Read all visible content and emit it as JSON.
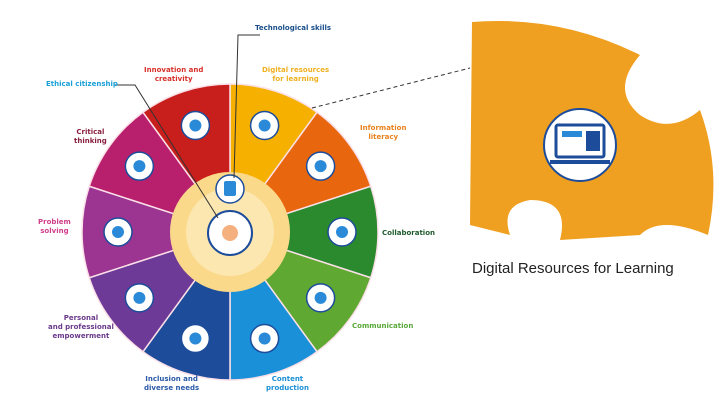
{
  "center_label": "Technological skills",
  "segments": [
    {
      "label": "Digital resources\nfor learning",
      "color": "#f5b000",
      "text_color": "#f0b020",
      "icon": "computer-screen-icon"
    },
    {
      "label": "Information\nliteracy",
      "color": "#e8660e",
      "text_color": "#e8821e",
      "icon": "magnifier-documents-icon"
    },
    {
      "label": "Collaboration",
      "color": "#2b8a2e",
      "text_color": "#1e5a2e",
      "icon": "network-people-icon"
    },
    {
      "label": "Communication",
      "color": "#5fa832",
      "text_color": "#5aa83a",
      "icon": "chat-bubbles-icon"
    },
    {
      "label": "Content\nproduction",
      "color": "#1a90d8",
      "text_color": "#1a8fd6",
      "icon": "monitor-edit-icon"
    },
    {
      "label": "Inclusion and\ndiverse needs",
      "color": "#1c4c9a",
      "text_color": "#2a5aa8",
      "icon": "target-icon"
    },
    {
      "label": "Personal\nand professional\nempowerment",
      "color": "#6e3a98",
      "text_color": "#6a3a8a",
      "icon": "podium-icon"
    },
    {
      "label": "Problem\nsolving",
      "color": "#9c3592",
      "text_color": "#d0408a",
      "icon": "spiral-target-icon"
    },
    {
      "label": "Critical\nthinking",
      "color": "#b8206e",
      "text_color": "#8a2040",
      "icon": "brain-icon"
    },
    {
      "label": "Innovation and\ncreativity",
      "color": "#c81e1c",
      "text_color": "#d8302a",
      "icon": "lightbulb-icon"
    }
  ],
  "ethical_label": "Ethical citizenship",
  "ethical_color": "#1aa0d8",
  "tech_color": "#1a4f8a",
  "hub_color": "#fbd98a",
  "zoom_piece_color": "#f0a020",
  "caption": "Digital Resources for Learning"
}
